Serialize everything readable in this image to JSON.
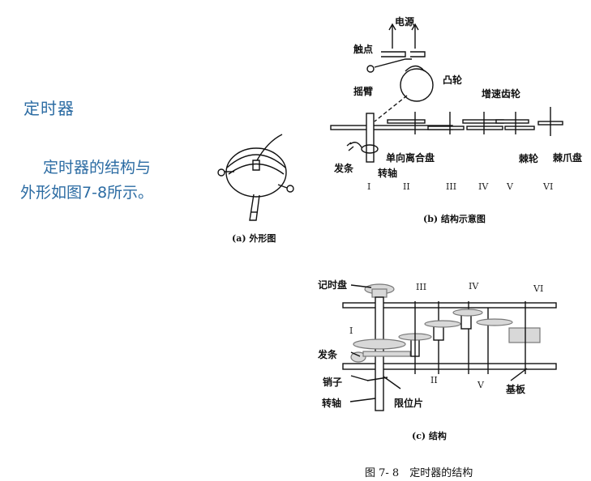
{
  "left": {
    "title": "定时器",
    "body_line1": "定时器的结构与",
    "body_line2": "外形如图7-8所示。"
  },
  "figure": {
    "a": {
      "caption": "(a) 外形图"
    },
    "b": {
      "caption": "(b) 结构示意图",
      "labels": {
        "power": "电源",
        "contact": "触点",
        "cam": "凸轮",
        "rocker": "摇臂",
        "speedup_gears": "增速齿轮",
        "one_way_clutch": "单向离合盘",
        "spring": "发条",
        "shaft": "转轴",
        "ratchet": "棘轮",
        "pawl_disc": "棘爪盘"
      },
      "roman": [
        "I",
        "II",
        "III",
        "IV",
        "V",
        "VI"
      ]
    },
    "c": {
      "caption": "(c) 结构",
      "labels": {
        "timer_dial": "记时盘",
        "spring": "发条",
        "pin": "销子",
        "shaft": "转轴",
        "limit_piece": "限位片",
        "base_plate": "基板"
      },
      "roman": [
        "I",
        "II",
        "III",
        "IV",
        "V",
        "VI"
      ]
    },
    "title": "图 7- 8　定时器的结构"
  }
}
